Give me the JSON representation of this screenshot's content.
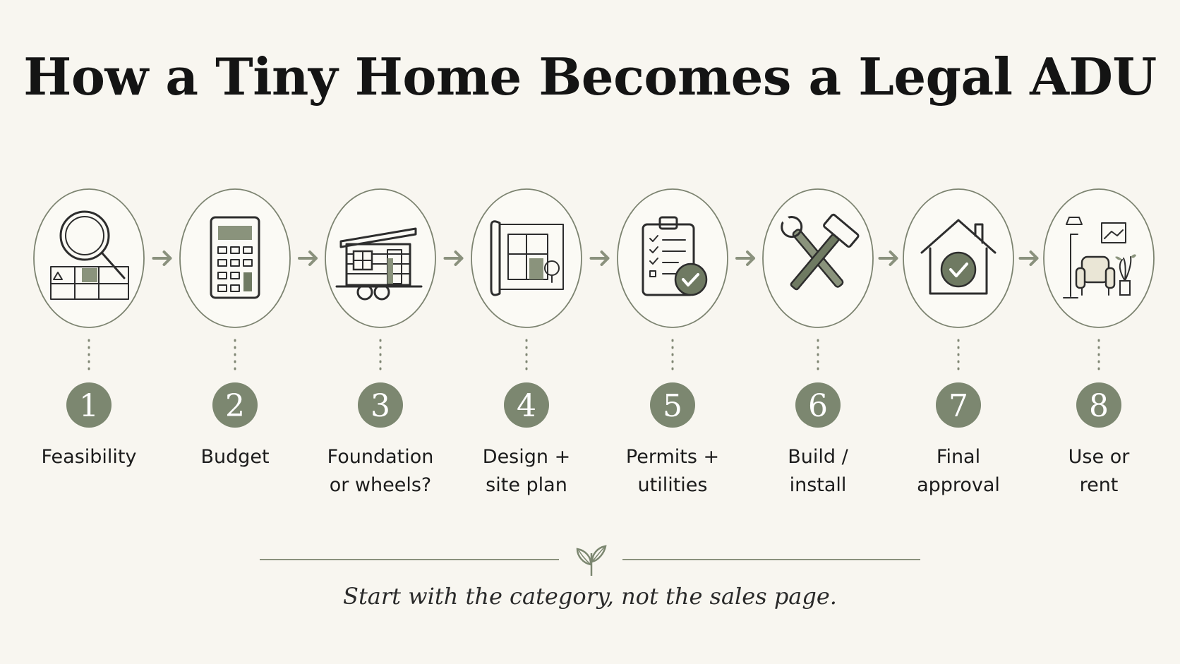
{
  "title": "How a Tiny Home Becomes a Legal ADU",
  "steps": [
    {
      "number": "1",
      "label": "Feasibility",
      "icon": "magnifier-map-icon"
    },
    {
      "number": "2",
      "label": "Budget",
      "icon": "calculator-icon"
    },
    {
      "number": "3",
      "label": "Foundation\nor wheels?",
      "icon": "tiny-home-trailer-icon"
    },
    {
      "number": "4",
      "label": "Design +\nsite plan",
      "icon": "blueprint-icon"
    },
    {
      "number": "5",
      "label": "Permits +\nutilities",
      "icon": "clipboard-check-icon"
    },
    {
      "number": "6",
      "label": "Build /\ninstall",
      "icon": "hammer-wrench-icon"
    },
    {
      "number": "7",
      "label": "Final\napproval",
      "icon": "house-check-icon"
    },
    {
      "number": "8",
      "label": "Use or\nrent",
      "icon": "living-room-icon"
    }
  ],
  "tagline": "Start with the category, not the sales page.",
  "colors": {
    "background": "#f8f6f0",
    "accent": "#7c8770",
    "ring": "#7d8471"
  }
}
